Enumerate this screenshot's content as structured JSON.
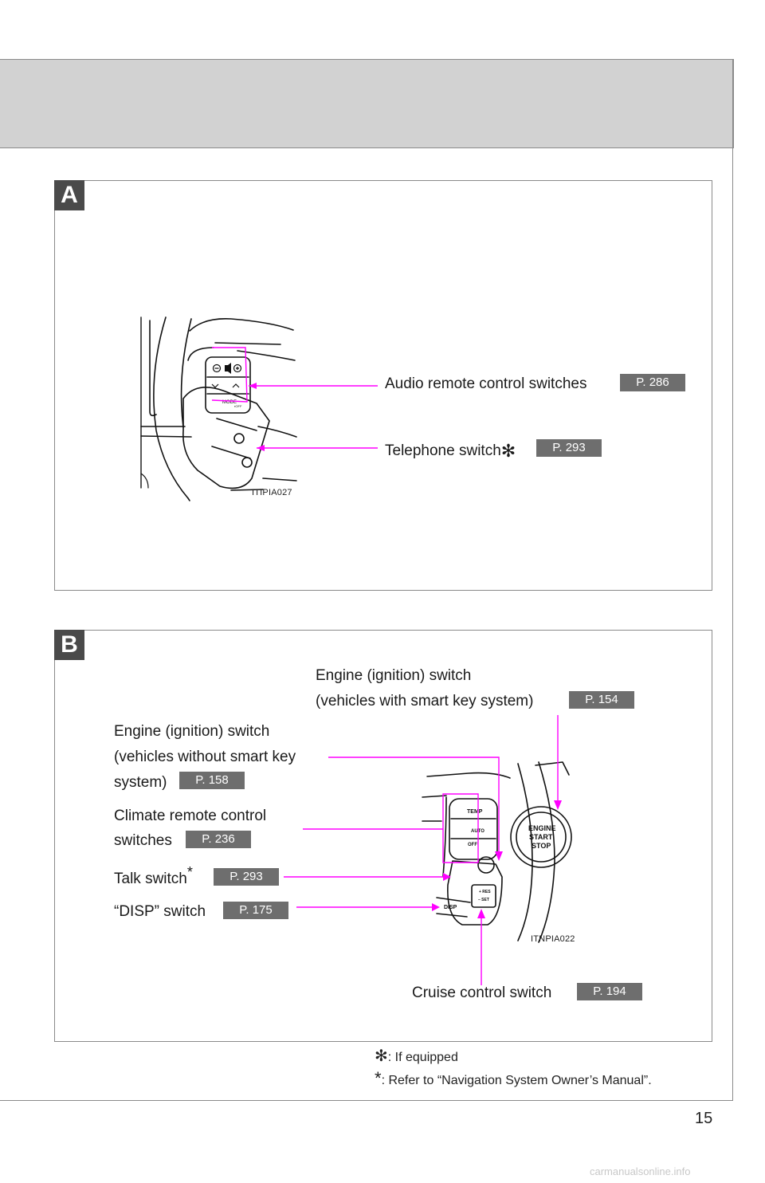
{
  "section_a": {
    "tab": "A",
    "figure_code": "ITIPIA027",
    "audio_label": "Audio remote control switches",
    "audio_ref": "P. 286",
    "telephone_label": "Telephone switch",
    "telephone_mark": "✻",
    "telephone_ref": "P. 293"
  },
  "section_b": {
    "tab": "B",
    "figure_code": "ITNPIA022",
    "engine_smart_line1": "Engine (ignition) switch",
    "engine_smart_line2": "(vehicles with smart key system)",
    "engine_smart_ref": "P. 154",
    "engine_nosmart_line1": "Engine (ignition) switch",
    "engine_nosmart_line2": "(vehicles without smart key",
    "engine_nosmart_line3": "system)",
    "engine_nosmart_ref": "P. 158",
    "climate_line1": "Climate remote control",
    "climate_line2": "switches",
    "climate_ref": "P. 236",
    "talk_label": "Talk switch",
    "talk_mark": "*",
    "talk_ref": "P. 293",
    "disp_label": "“DISP” switch",
    "disp_ref": "P. 175",
    "cruise_label": "Cruise control switch",
    "cruise_ref": "P. 194"
  },
  "footnotes": {
    "equipped_mark": "✻",
    "equipped_text": ": If equipped",
    "nav_mark": "*",
    "nav_text": ": Refer to “Navigation System Owner’s Manual”."
  },
  "page_number": "15",
  "watermark": "carmanualsonline.info",
  "colors": {
    "leader": "#ff00ff",
    "tab": "#4a4a4a",
    "ref_badge": "#6e6e6e",
    "header_band": "#d2d2d2"
  }
}
